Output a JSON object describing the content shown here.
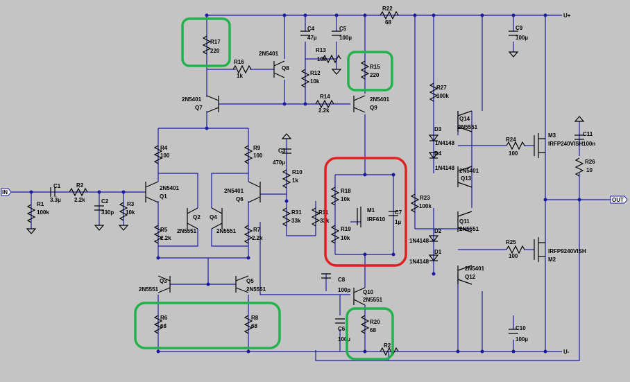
{
  "ports": {
    "in": "IN",
    "out": "OUT",
    "vplus": "U+",
    "vminus": "U-"
  },
  "transistors": [
    {
      "ref": "Q1",
      "model": "2N5401"
    },
    {
      "ref": "Q2",
      "model": "2N5551"
    },
    {
      "ref": "Q3",
      "model": "2N5551"
    },
    {
      "ref": "Q4",
      "model": "2N5551"
    },
    {
      "ref": "Q5",
      "model": "2N5551"
    },
    {
      "ref": "Q6",
      "model": "2N5401"
    },
    {
      "ref": "Q7",
      "model": "2N5401"
    },
    {
      "ref": "Q8",
      "model": "2N5401"
    },
    {
      "ref": "Q9",
      "model": "2N5401"
    },
    {
      "ref": "Q10",
      "model": "2N5551"
    },
    {
      "ref": "Q11",
      "model": "2N5551"
    },
    {
      "ref": "Q12",
      "model": "2N5401"
    },
    {
      "ref": "Q13",
      "model": "2N5401"
    },
    {
      "ref": "Q14",
      "model": "2N5551"
    },
    {
      "ref": "M1",
      "model": "IRF610"
    },
    {
      "ref": "M2",
      "model": "IRFP9240VISH"
    },
    {
      "ref": "M3",
      "model": "IRFP240VISH"
    }
  ],
  "resistors": [
    {
      "ref": "R1",
      "value": "100k"
    },
    {
      "ref": "R2",
      "value": "2.2k"
    },
    {
      "ref": "R3",
      "value": "10k"
    },
    {
      "ref": "R4",
      "value": "100"
    },
    {
      "ref": "R5",
      "value": "2.2k"
    },
    {
      "ref": "R6",
      "value": "68"
    },
    {
      "ref": "R7",
      "value": "2.2k"
    },
    {
      "ref": "R8",
      "value": "68"
    },
    {
      "ref": "R9",
      "value": "100"
    },
    {
      "ref": "R10",
      "value": "1k"
    },
    {
      "ref": "R12",
      "value": "10k"
    },
    {
      "ref": "R13",
      "value": "10k"
    },
    {
      "ref": "R14",
      "value": "2.2k"
    },
    {
      "ref": "R15",
      "value": "220"
    },
    {
      "ref": "R16",
      "value": "1k"
    },
    {
      "ref": "R17",
      "value": "220"
    },
    {
      "ref": "R18",
      "value": "10k"
    },
    {
      "ref": "R19",
      "value": "10k"
    },
    {
      "ref": "R20",
      "value": "68"
    },
    {
      "ref": "R22",
      "value": "68"
    },
    {
      "ref": "R23",
      "value": "100k"
    },
    {
      "ref": "R24",
      "value": "100"
    },
    {
      "ref": "R25",
      "value": "100"
    },
    {
      "ref": "R26",
      "value": "10"
    },
    {
      "ref": "R27",
      "value": "100k"
    },
    {
      "ref": "R31",
      "value": "33k"
    },
    {
      "ref": "R11",
      "value": "33k"
    },
    {
      "ref": "R2",
      "value": ""
    }
  ],
  "capacitors": [
    {
      "ref": "C1",
      "value": "3.3µ"
    },
    {
      "ref": "C2",
      "value": "330p"
    },
    {
      "ref": "C3",
      "value": "470µ"
    },
    {
      "ref": "C4",
      "value": "47µ"
    },
    {
      "ref": "C5",
      "value": "100µ"
    },
    {
      "ref": "C6",
      "value": "100µ"
    },
    {
      "ref": "C7",
      "value": "1µ"
    },
    {
      "ref": "C8",
      "value": "100p"
    },
    {
      "ref": "C9",
      "value": "100µ"
    },
    {
      "ref": "C10",
      "value": "100µ"
    },
    {
      "ref": "C11",
      "value": "100n"
    }
  ],
  "diodes": [
    {
      "ref": "D1",
      "model": "1N4148"
    },
    {
      "ref": "D2",
      "model": "1N4148"
    },
    {
      "ref": "D3",
      "model": "1N4148"
    },
    {
      "ref": "D4",
      "model": "1N4148"
    }
  ],
  "colors": {
    "background": "#c4c4c4",
    "wire": "#1a1aa0",
    "highlight_green": "#22b24c",
    "highlight_red": "#e02020"
  }
}
